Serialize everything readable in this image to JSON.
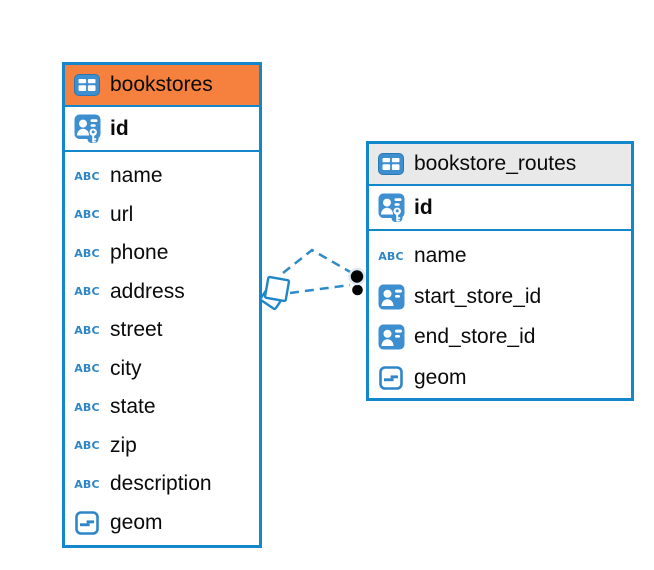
{
  "colors": {
    "border_blue": "#1287CB",
    "icon_blue": "#3E8FD0",
    "abc_blue": "#2E86C8",
    "header_orange": "#F6813E",
    "header_gray": "#E9E9E9",
    "line_blue": "#2E8BC9",
    "text_black": "#0A0A0A"
  },
  "icons": {
    "abc_glyph": "ABC"
  },
  "tables": [
    {
      "name": "bookstores",
      "header_style": "orange",
      "primary_key": {
        "label": "id",
        "icon": "primary-key-icon"
      },
      "fields": [
        {
          "label": "name",
          "icon": "text-type-icon"
        },
        {
          "label": "url",
          "icon": "text-type-icon"
        },
        {
          "label": "phone",
          "icon": "text-type-icon"
        },
        {
          "label": "address",
          "icon": "text-type-icon"
        },
        {
          "label": "street",
          "icon": "text-type-icon"
        },
        {
          "label": "city",
          "icon": "text-type-icon"
        },
        {
          "label": "state",
          "icon": "text-type-icon"
        },
        {
          "label": "zip",
          "icon": "text-type-icon"
        },
        {
          "label": "description",
          "icon": "text-type-icon"
        },
        {
          "label": "geom",
          "icon": "geometry-type-icon"
        }
      ]
    },
    {
      "name": "bookstore_routes",
      "header_style": "gray",
      "primary_key": {
        "label": "id",
        "icon": "primary-key-icon"
      },
      "fields": [
        {
          "label": "name",
          "icon": "text-type-icon"
        },
        {
          "label": "start_store_id",
          "icon": "reference-icon"
        },
        {
          "label": "end_store_id",
          "icon": "reference-icon"
        },
        {
          "label": "geom",
          "icon": "geometry-type-icon"
        }
      ]
    }
  ],
  "relationship": {
    "style": "dashed",
    "from_table": "bookstores",
    "to_table": "bookstore_routes",
    "link_count": 2,
    "from_marker": "overlapping-squares",
    "to_marker": "stacked-dots"
  }
}
